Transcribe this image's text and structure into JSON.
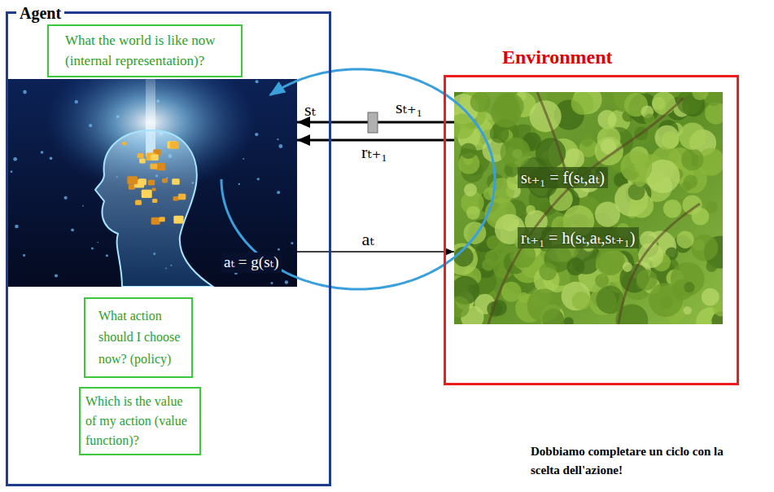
{
  "diagram": {
    "nodes": [
      {
        "text": [
          "Agent"
        ]
      },
      {
        "text": [
          "What the world is like now (internal representation)?"
        ],
        "in": 0
      },
      {
        "text": [
          "aₜ = g(sₜ)"
        ],
        "in": 0
      },
      {
        "text": [
          "What action should I choose now? (policy)"
        ],
        "in": 0
      },
      {
        "text": [
          "Which is the value of my action (value function)?"
        ],
        "in": 0
      },
      {
        "text": [
          "Environment"
        ]
      },
      {
        "text": [
          "sₜ₊₁ = f(sₜ,aₜ)",
          "rₜ₊₁ = h(sₜ,aₜ,sₜ₊₁)"
        ],
        "in": 5
      }
    ],
    "edges": [
      {
        "from": 6,
        "to": 2,
        "arrow": "to",
        "label": "sₜ"
      },
      {
        "from": 6,
        "to": 2,
        "arrow": "to",
        "label": "rₜ₊₁"
      },
      {
        "from": 2,
        "to": 6,
        "arrow": "to",
        "label": "aₜ"
      }
    ],
    "labels": [
      "sₜ₊₁",
      "Dobbiamo completare un ciclo con la scelta dell'azione!"
    ]
  }
}
